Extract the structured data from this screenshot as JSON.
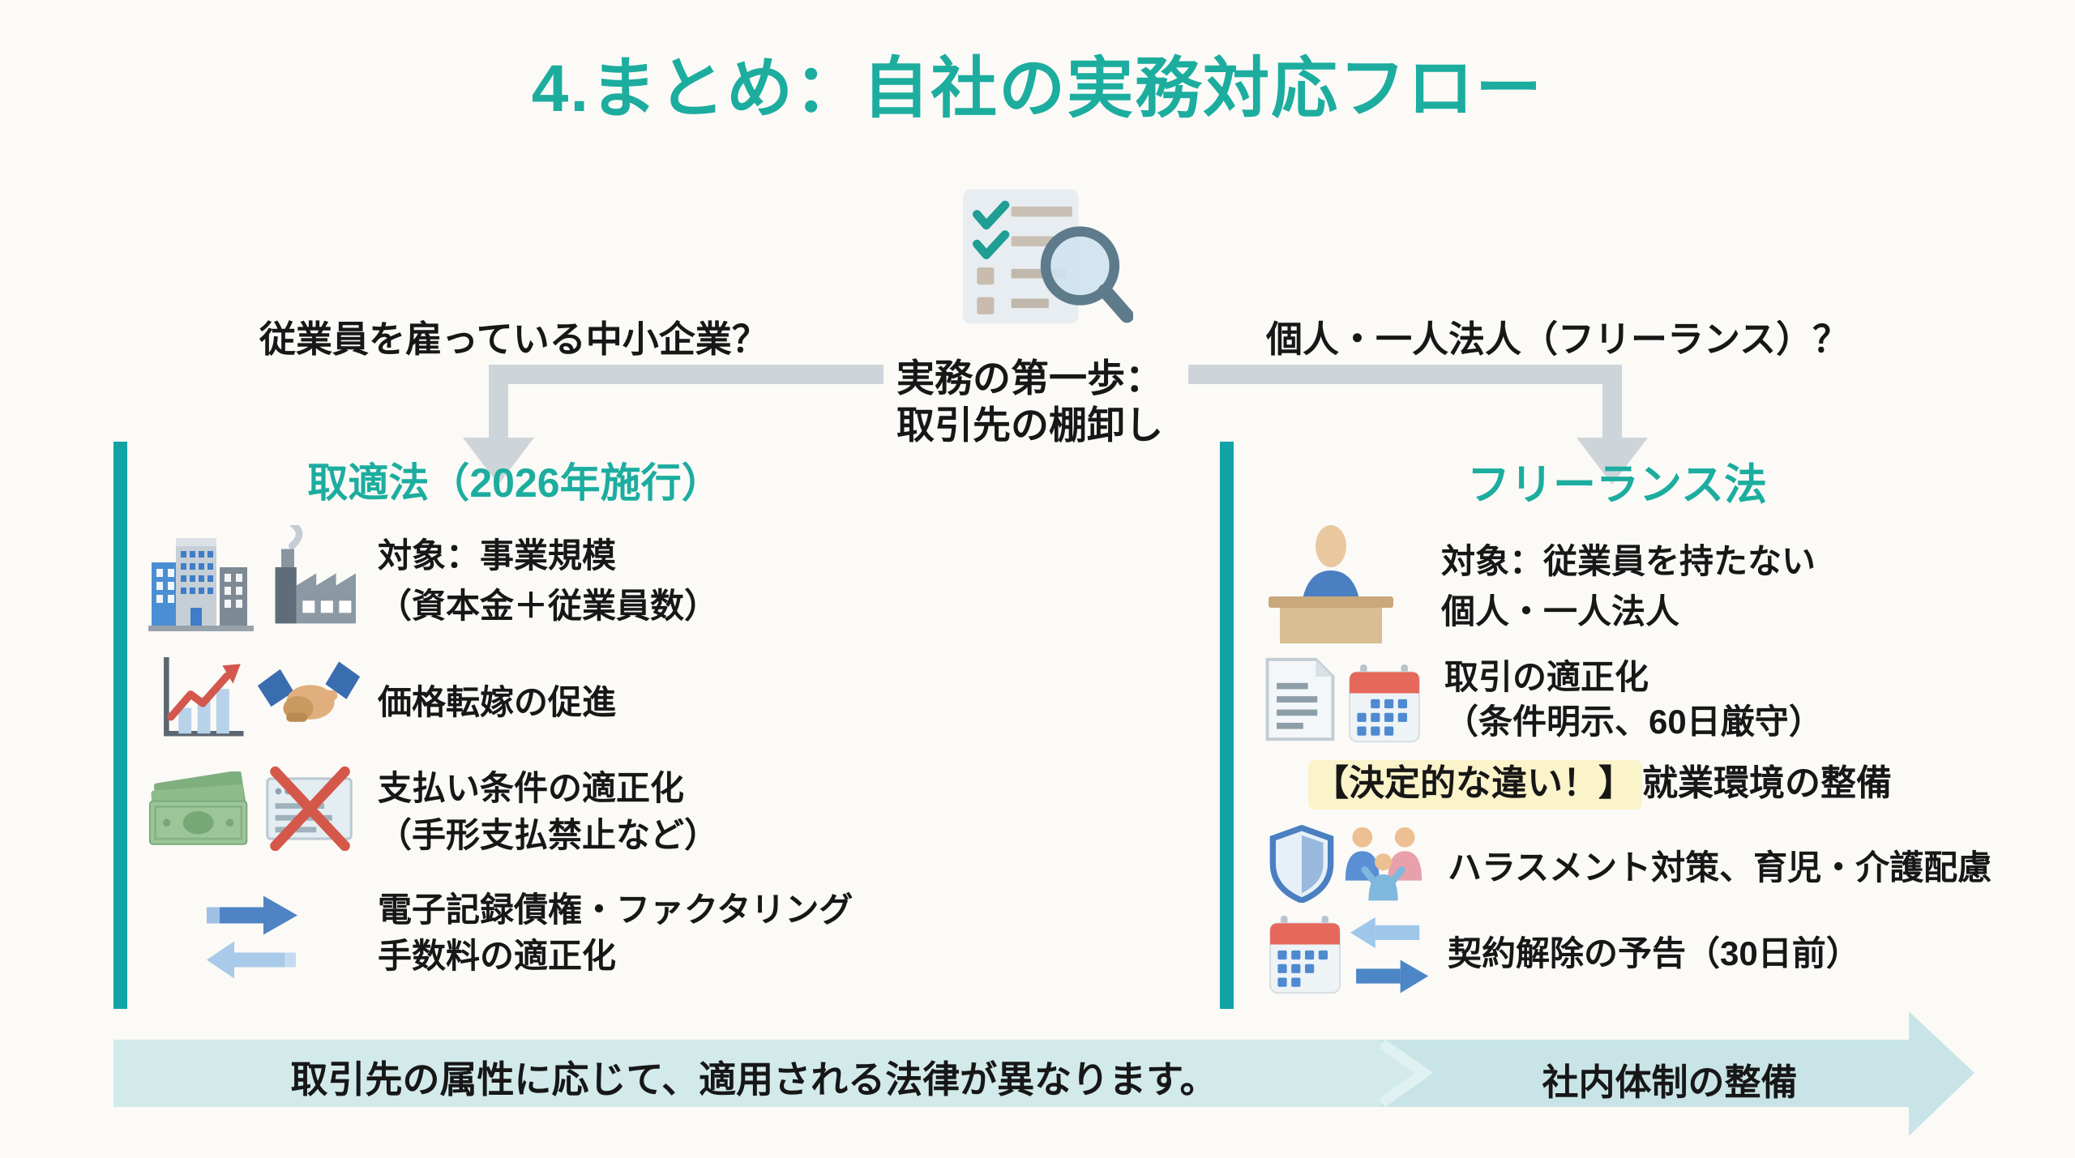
{
  "title": "4.まとめ：自社の実務対応フロー",
  "center": {
    "icon": "checklist-magnifier-icon",
    "caption_line1": "実務の第一歩：",
    "caption_line2": "取引先の棚卸し"
  },
  "branches": {
    "left_question": "従業員を雇っている中小企業？",
    "right_question": "個人・一人法人（フリーランス）？"
  },
  "left_section": {
    "heading": "取適法（2026年施行）",
    "items": [
      {
        "icons": [
          "buildings-icon",
          "factory-icon"
        ],
        "line1": "対象：事業規模",
        "line2": "（資本金＋従業員数）"
      },
      {
        "icons": [
          "growth-chart-icon",
          "handshake-icon"
        ],
        "line1": "価格転嫁の促進"
      },
      {
        "icons": [
          "money-icon",
          "no-promissory-note-icon"
        ],
        "line1": "支払い条件の適正化",
        "line2": "（手形支払禁止など）"
      },
      {
        "icons": [
          "transfer-arrows-icon"
        ],
        "line1": "電子記録債権・ファクタリング",
        "line2": "手数料の適正化"
      }
    ]
  },
  "right_section": {
    "heading": "フリーランス法",
    "items": [
      {
        "icons": [
          "person-desk-icon"
        ],
        "line1": "対象：従業員を持たない",
        "line2": "個人・一人法人"
      },
      {
        "icons": [
          "document-icon",
          "calendar-icon"
        ],
        "line1": "取引の適正化",
        "line2": "（条件明示、60日厳守）"
      },
      {
        "icons": [],
        "highlight": "【決定的な違い！】",
        "line1": "就業環境の整備"
      },
      {
        "icons": [
          "shield-icon",
          "family-icon"
        ],
        "line1": "ハラスメント対策、育児・介護配慮"
      },
      {
        "icons": [
          "calendar-icon",
          "swap-arrows-icon"
        ],
        "line1": "契約解除の予告（30日前）"
      }
    ]
  },
  "bottom": {
    "left_text": "取引先の属性に応じて、適用される法律が異なります。",
    "right_text": "社内体制の整備"
  },
  "colors": {
    "accent_teal": "#1cad9f",
    "section_bar_teal": "#12a4a4",
    "connector_gray": "#cdd5da",
    "bottom_bar": "#c9e4e6",
    "highlight_yellow": "#fbf3c9",
    "text": "#171717"
  }
}
